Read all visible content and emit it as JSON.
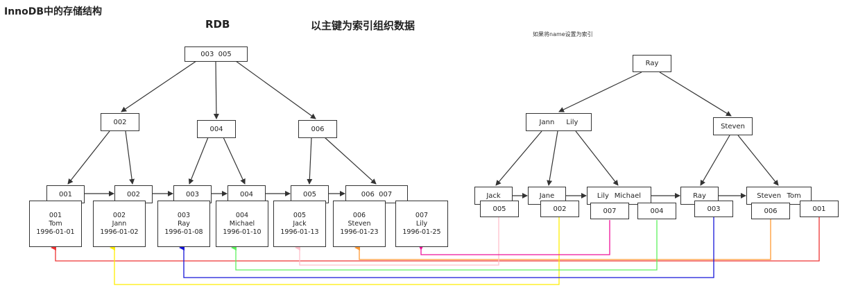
{
  "title": "InnoDB中的存储结构",
  "rdb_heading": "RDB",
  "pk_heading": "以主键为索引组织数据",
  "name_index_note": "如果将name设置为索引",
  "colors": {
    "red": "#ee3333",
    "yellow": "#ffee00",
    "blue": "#1414d8",
    "green": "#5cf05c",
    "pink": "#ffc0cb",
    "orange": "#ff9933",
    "magenta": "#ee1199"
  },
  "pk_tree": {
    "root": "003  005",
    "level1": [
      "002",
      "004",
      "006"
    ],
    "leaves": [
      "001",
      "002",
      "003",
      "004",
      "005",
      "006  007"
    ],
    "records": [
      {
        "id": "001",
        "name": "Tom",
        "date": "1996-01-01"
      },
      {
        "id": "002",
        "name": "Jann",
        "date": "1996-01-02"
      },
      {
        "id": "003",
        "name": "Ray",
        "date": "1996-01-08"
      },
      {
        "id": "004",
        "name": "Michael",
        "date": "1996-01-10"
      },
      {
        "id": "005",
        "name": "Jack",
        "date": "1996-01-13"
      },
      {
        "id": "006",
        "name": "Steven",
        "date": "1996-01-23"
      },
      {
        "id": "007",
        "name": "Lily",
        "date": "1996-01-25"
      }
    ]
  },
  "name_tree": {
    "root": "Ray",
    "level1_left": [
      "Jann",
      "Lily"
    ],
    "level1_right": "Steven",
    "leaves": [
      {
        "keys": [
          "Jack"
        ],
        "pk": "005"
      },
      {
        "keys": [
          "Jane"
        ],
        "pk": "002"
      },
      {
        "keys": [
          "Lily",
          "Michael"
        ],
        "pks": [
          "007",
          "004"
        ]
      },
      {
        "keys": [
          "Ray"
        ],
        "pk": "003"
      },
      {
        "keys": [
          "Steven",
          "Tom"
        ],
        "pks": [
          "006",
          "001"
        ]
      }
    ]
  }
}
